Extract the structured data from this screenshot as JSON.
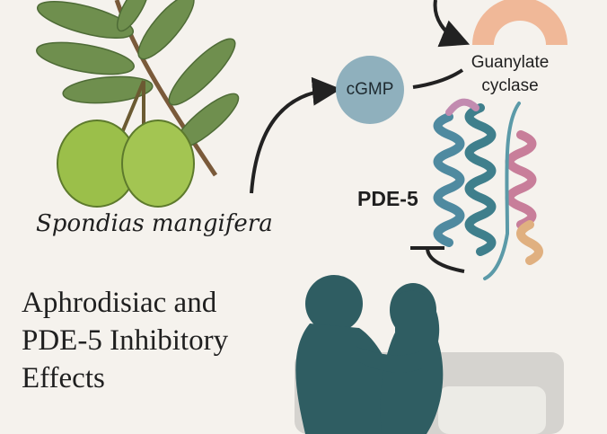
{
  "plant": {
    "species_name": "Spondias mangifera"
  },
  "title": {
    "line1": "Aphrodisiac and",
    "line2": "PDE-5 Inhibitory",
    "line3": "Effects"
  },
  "pathway": {
    "cgmp_label": "cGMP",
    "enzyme_line1": "Guanylate",
    "enzyme_line2": "cyclase",
    "pde_label": "PDE-5"
  },
  "colors": {
    "background": "#f5f2ed",
    "cgmp": "#8fb0bd",
    "cyclase": "#f0b898",
    "silhouette": "#2f5d62",
    "leaf": "#6f8f4e",
    "fruit": "#9bbf4a"
  }
}
